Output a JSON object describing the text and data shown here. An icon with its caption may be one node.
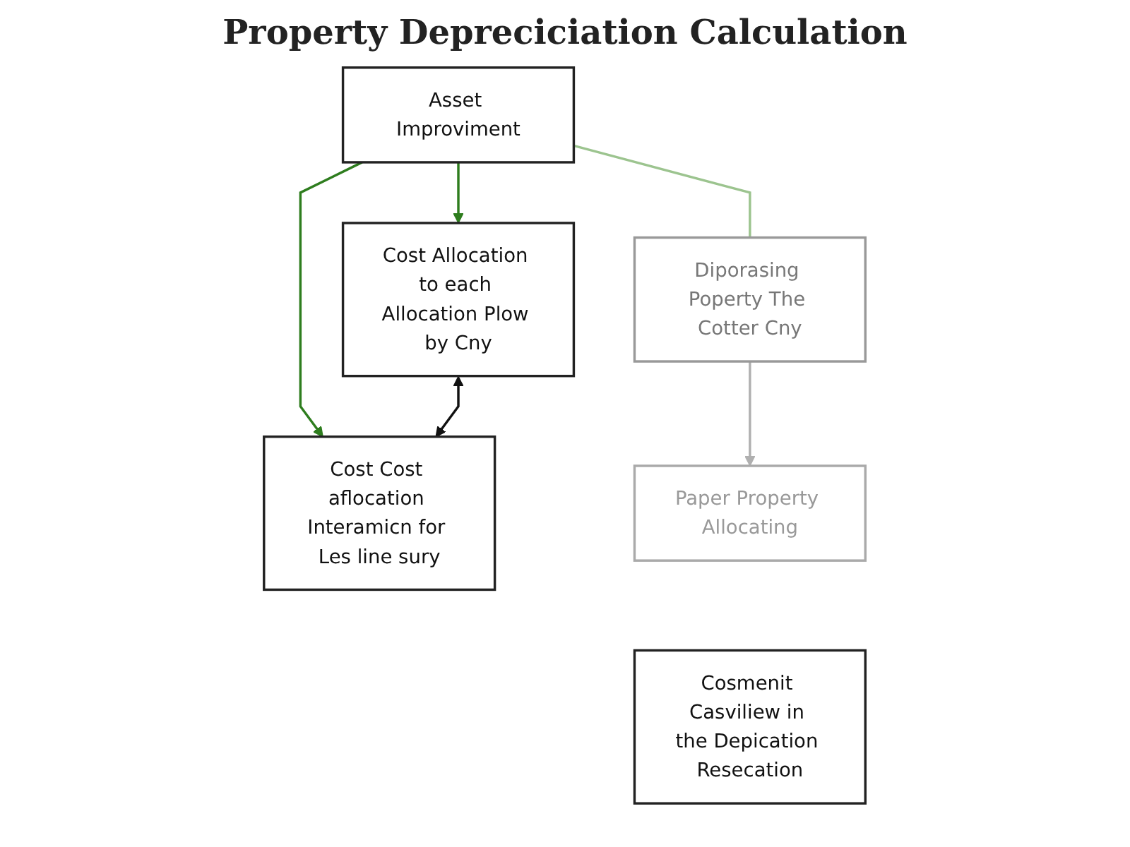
{
  "diagram": {
    "title": "Property Depreciciation Calculation",
    "nodes": [
      {
        "text": [
          "Asset Improviment"
        ]
      },
      {
        "text": [
          "Paper Property Allocating"
        ]
      },
      {
        "text": [
          "Diporasing Poperty The Cotter Cny"
        ]
      },
      {
        "text": [
          "Cosmenit Casviliew in the Depication Resecation"
        ]
      },
      {
        "text": [
          "Cost Allocation to each Allocation Plow by Cny"
        ]
      },
      {
        "text": [
          "Cost Cost aflocation Interamicn for Les line sury"
        ]
      }
    ],
    "edges": [
      {
        "from": 0,
        "to": 4,
        "arrow": "to",
        "color": "#2e7d1e"
      },
      {
        "from": 0,
        "to": 5,
        "arrow": "to",
        "color": "#2e7d1e"
      },
      {
        "from": 0,
        "to": 2,
        "arrow": "none",
        "color": "#9cc48f"
      },
      {
        "from": 2,
        "to": 1,
        "arrow": "to",
        "color": "#b0b0b0"
      },
      {
        "from": 4,
        "to": 5,
        "arrow": "both",
        "color": "#111111"
      }
    ]
  }
}
